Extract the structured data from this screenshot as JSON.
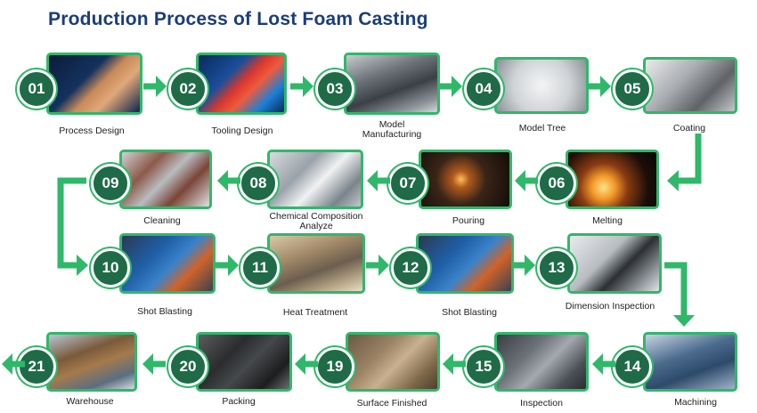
{
  "title": "Production Process of Lost Foam Casting",
  "colors": {
    "title": "#1a3d7c",
    "accent": "#2fb86a",
    "badge": "#1f6b47"
  },
  "steps": [
    {
      "num": "01",
      "label": "Process Design"
    },
    {
      "num": "02",
      "label": "Tooling Design"
    },
    {
      "num": "03",
      "label": "Model\nManufacturing"
    },
    {
      "num": "04",
      "label": "Model Tree"
    },
    {
      "num": "05",
      "label": "Coating"
    },
    {
      "num": "06",
      "label": "Melting"
    },
    {
      "num": "07",
      "label": "Pouring"
    },
    {
      "num": "08",
      "label": "Chemical Composition\nAnalyze"
    },
    {
      "num": "09",
      "label": "Cleaning"
    },
    {
      "num": "10",
      "label": "Shot Blasting"
    },
    {
      "num": "11",
      "label": "Heat Treatment"
    },
    {
      "num": "12",
      "label": "Shot Blasting"
    },
    {
      "num": "13",
      "label": "Dimension Inspection"
    },
    {
      "num": "14",
      "label": "Machining"
    },
    {
      "num": "15",
      "label": "Inspection"
    },
    {
      "num": "19",
      "label": "Surface Finished"
    },
    {
      "num": "20",
      "label": "Packing"
    },
    {
      "num": "21",
      "label": "Warehouse"
    }
  ]
}
